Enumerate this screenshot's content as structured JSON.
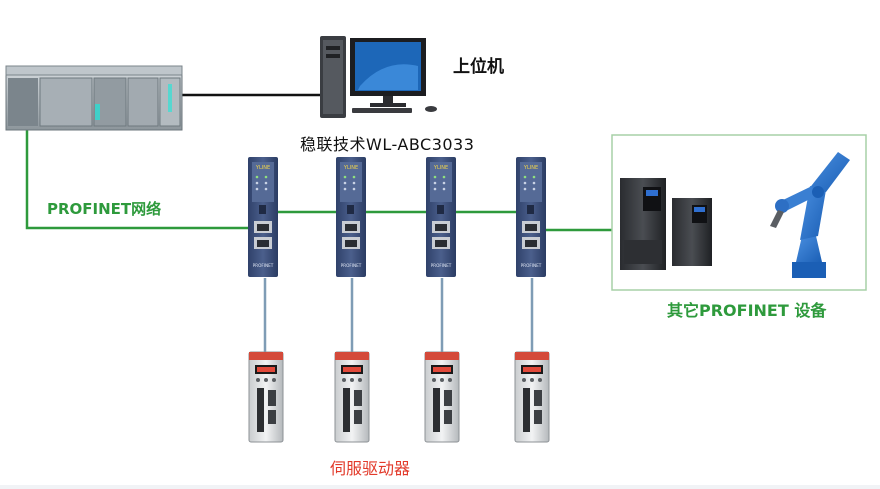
{
  "labels": {
    "host_computer": "上位机",
    "product": "稳联技术WL-ABC3033",
    "network": "PROFINET网络",
    "other_devices": "其它PROFINET 设备",
    "servo_drives": "伺服驱动器"
  },
  "gateway": {
    "brand": "YLINE",
    "model": "PROFINET",
    "count": 4
  },
  "servo": {
    "count": 4
  },
  "colors": {
    "network_line": "#2e9a3c",
    "label_green": "#2e9a3c",
    "label_red": "#e23a2a",
    "gateway_body": "#3b4f79",
    "servo_link": "#7f9cb5",
    "plc_body": "#9aa4ab",
    "other_box_border": "#a7d0a7"
  }
}
